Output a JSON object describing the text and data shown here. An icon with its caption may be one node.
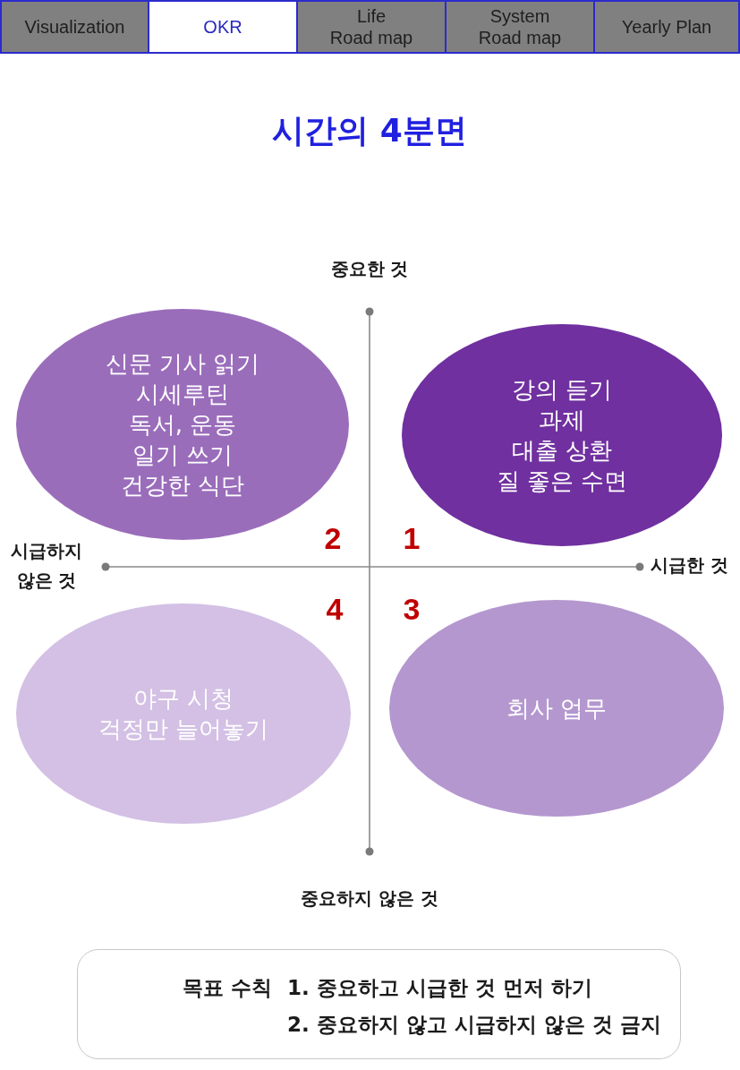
{
  "diagram": {
    "title": "시간의 4분면",
    "nodes": [
      {
        "text": [
          "Visualization"
        ]
      },
      {
        "text": [
          "OKR"
        ]
      },
      {
        "text": [
          "Life Road map"
        ]
      },
      {
        "text": [
          "System Road map"
        ]
      },
      {
        "text": [
          "Yearly Plan"
        ]
      },
      {
        "text": [
          "신문 기사 읽기",
          "시세루틴",
          "독서, 운동",
          "일기 쓰기",
          "건강한 식단"
        ]
      },
      {
        "text": [
          "강의 듣기",
          "과제",
          "대출 상환",
          "질 좋은 수면"
        ]
      },
      {
        "text": [
          "야구 시청",
          "걱정만 늘어놓기"
        ]
      },
      {
        "text": [
          "회사 업무"
        ]
      },
      {
        "text": [
          "목표 수칙",
          "1. 중요하고 시급한 것 먼저 하기",
          "2. 중요하지 않고 시급하지 않은 것 금지"
        ]
      }
    ],
    "labels": [
      "중요한 것",
      "2",
      "1",
      "시급하지 않은 것",
      "시급한 것",
      "4",
      "3",
      "중요하지 않은 것"
    ]
  }
}
